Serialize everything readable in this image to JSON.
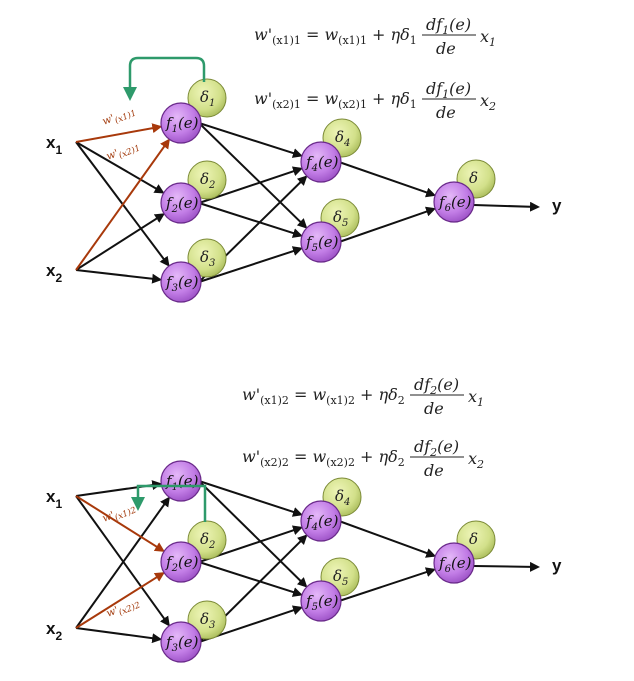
{
  "colors": {
    "neuron_fill": "#c27de6",
    "neuron_stroke": "#6a2a8a",
    "delta_fill": "#d2e08a",
    "delta_stroke": "#7b8a36",
    "arrow_default": "#111111",
    "arrow_highlight": "#a8390b",
    "feedback_arrow": "#2e9a6b"
  },
  "diagram1": {
    "inputs": [
      {
        "label": "x",
        "sub": "1"
      },
      {
        "label": "x",
        "sub": "2"
      }
    ],
    "output": "y",
    "neurons": [
      {
        "f": "f",
        "sub": "1",
        "arg": "(e)",
        "delta": "δ",
        "delta_sub": "1"
      },
      {
        "f": "f",
        "sub": "2",
        "arg": "(e)",
        "delta": "δ",
        "delta_sub": "2"
      },
      {
        "f": "f",
        "sub": "3",
        "arg": "(e)",
        "delta": "δ",
        "delta_sub": "3"
      },
      {
        "f": "f",
        "sub": "4",
        "arg": "(e)",
        "delta": "δ",
        "delta_sub": "4"
      },
      {
        "f": "f",
        "sub": "5",
        "arg": "(e)",
        "delta": "δ",
        "delta_sub": "5"
      },
      {
        "f": "f",
        "sub": "6",
        "arg": "(e)",
        "delta": "δ",
        "delta_sub": ""
      }
    ],
    "weight_labels": [
      {
        "w": "w'",
        "sub": "(x1)1"
      },
      {
        "w": "w'",
        "sub": "(x2)1"
      }
    ],
    "formulas": [
      {
        "lhs": "w'",
        "lhs_sub": "(x1)1",
        "eq": " = w",
        "rhs_sub": "(x1)1",
        "plus": " + ηδ",
        "delta_sub": "1",
        "num": "df",
        "num_sub": "1",
        "num_arg": "(e)",
        "den": "de",
        "x": "x",
        "x_sub": "1"
      },
      {
        "lhs": "w'",
        "lhs_sub": "(x2)1",
        "eq": " = w",
        "rhs_sub": "(x2)1",
        "plus": " + ηδ",
        "delta_sub": "1",
        "num": "df",
        "num_sub": "1",
        "num_arg": "(e)",
        "den": "de",
        "x": "x",
        "x_sub": "2"
      }
    ]
  },
  "diagram2": {
    "inputs": [
      {
        "label": "x",
        "sub": "1"
      },
      {
        "label": "x",
        "sub": "2"
      }
    ],
    "output": "y",
    "neurons": [
      {
        "f": "f",
        "sub": "1",
        "arg": "(e)",
        "delta": "δ",
        "delta_sub": "1"
      },
      {
        "f": "f",
        "sub": "2",
        "arg": "(e)",
        "delta": "δ",
        "delta_sub": "2"
      },
      {
        "f": "f",
        "sub": "3",
        "arg": "(e)",
        "delta": "δ",
        "delta_sub": "3"
      },
      {
        "f": "f",
        "sub": "4",
        "arg": "(e)",
        "delta": "δ",
        "delta_sub": "4"
      },
      {
        "f": "f",
        "sub": "5",
        "arg": "(e)",
        "delta": "δ",
        "delta_sub": "5"
      },
      {
        "f": "f",
        "sub": "6",
        "arg": "(e)",
        "delta": "δ",
        "delta_sub": ""
      }
    ],
    "weight_labels": [
      {
        "w": "w'",
        "sub": "(x1)2"
      },
      {
        "w": "w'",
        "sub": "(x2)2"
      }
    ],
    "formulas": [
      {
        "lhs": "w'",
        "lhs_sub": "(x1)2",
        "eq": " = w",
        "rhs_sub": "(x1)2",
        "plus": " + ηδ",
        "delta_sub": "2",
        "num": "df",
        "num_sub": "2",
        "num_arg": "(e)",
        "den": "de",
        "x": "x",
        "x_sub": "1"
      },
      {
        "lhs": "w'",
        "lhs_sub": "(x2)2",
        "eq": " = w",
        "rhs_sub": "(x2)2",
        "plus": " + ηδ",
        "delta_sub": "2",
        "num": "df",
        "num_sub": "2",
        "num_arg": "(e)",
        "den": "de",
        "x": "x",
        "x_sub": "2"
      }
    ]
  }
}
